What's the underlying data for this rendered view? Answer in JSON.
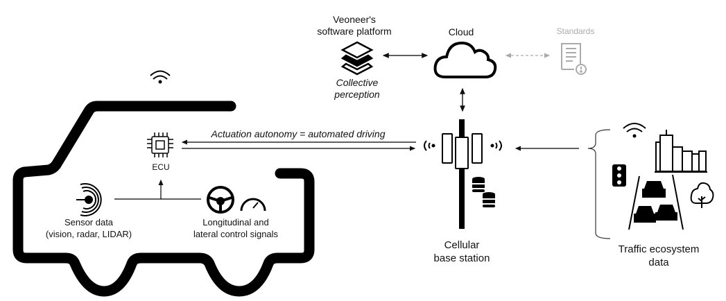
{
  "labels": {
    "platform_title_line1": "Veoneer's",
    "platform_title_line2": "software platform",
    "platform_sub_line1": "Collective",
    "platform_sub_line2": "perception",
    "cloud": "Cloud",
    "standards": "Standards",
    "actuation": "Actuation autonomy = automated driving",
    "ecu": "ECU",
    "sensor_line1": "Sensor data",
    "sensor_line2": "(vision, radar, LIDAR)",
    "control_line1": "Longitudinal and",
    "control_line2": "lateral control signals",
    "base_line1": "Cellular",
    "base_line2": "base station",
    "traffic_line1": "Traffic ecosystem",
    "traffic_line2": "data"
  },
  "colors": {
    "ink": "#111111",
    "muted": "#aaaaaa"
  }
}
